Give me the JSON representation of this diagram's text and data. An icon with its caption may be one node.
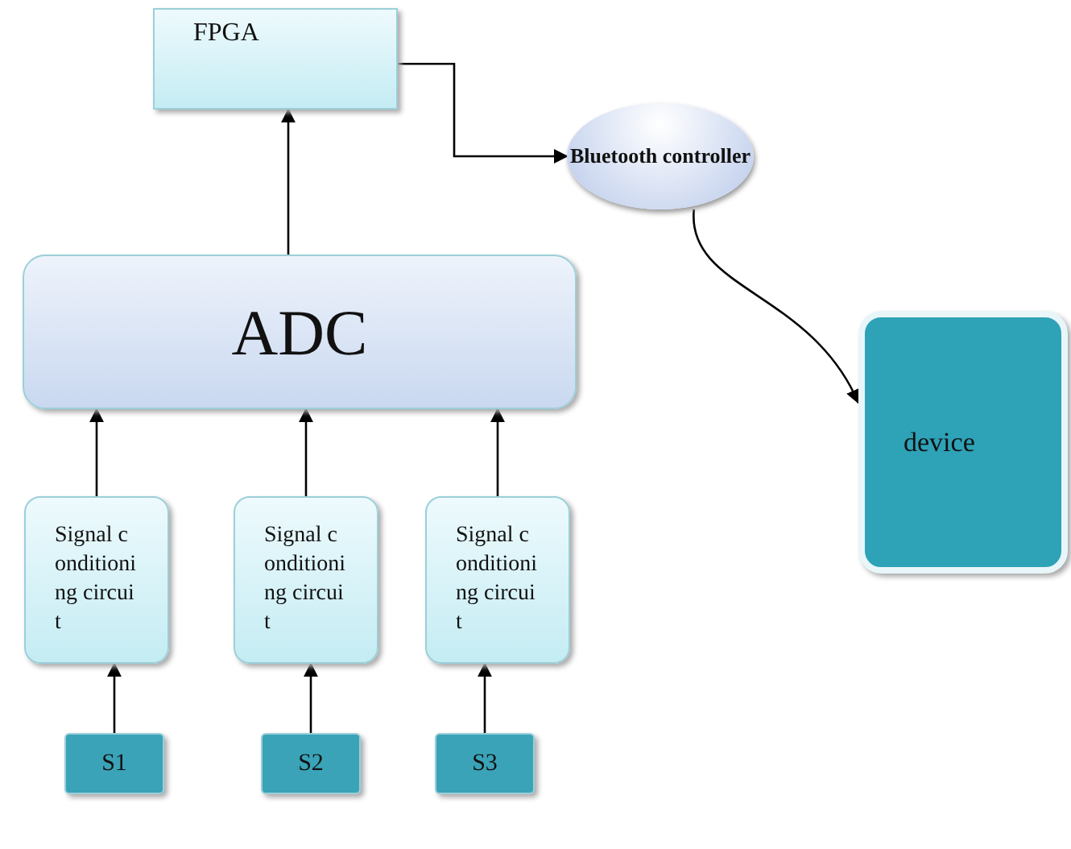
{
  "diagram": {
    "nodes": [
      {
        "text": [
          "FPGA"
        ]
      },
      {
        "text": [
          "Bluetooth controller"
        ]
      },
      {
        "text": [
          "ADC"
        ]
      },
      {
        "text": [
          "device"
        ]
      },
      {
        "text": [
          "Signal conditioning circuit"
        ]
      },
      {
        "text": [
          "Signal conditioning circuit"
        ]
      },
      {
        "text": [
          "Signal conditioning circuit"
        ]
      },
      {
        "text": [
          "S1"
        ]
      },
      {
        "text": [
          "S2"
        ]
      },
      {
        "text": [
          "S3"
        ]
      }
    ],
    "edges": [
      {
        "from": 7,
        "to": 4,
        "arrow": "to"
      },
      {
        "from": 8,
        "to": 5,
        "arrow": "to"
      },
      {
        "from": 9,
        "to": 6,
        "arrow": "to"
      },
      {
        "from": 4,
        "to": 2,
        "arrow": "to"
      },
      {
        "from": 5,
        "to": 2,
        "arrow": "to"
      },
      {
        "from": 6,
        "to": 2,
        "arrow": "to"
      },
      {
        "from": 2,
        "to": 0,
        "arrow": "to"
      },
      {
        "from": 0,
        "to": 1,
        "arrow": "to"
      },
      {
        "from": 1,
        "to": 3,
        "arrow": "to"
      }
    ]
  }
}
